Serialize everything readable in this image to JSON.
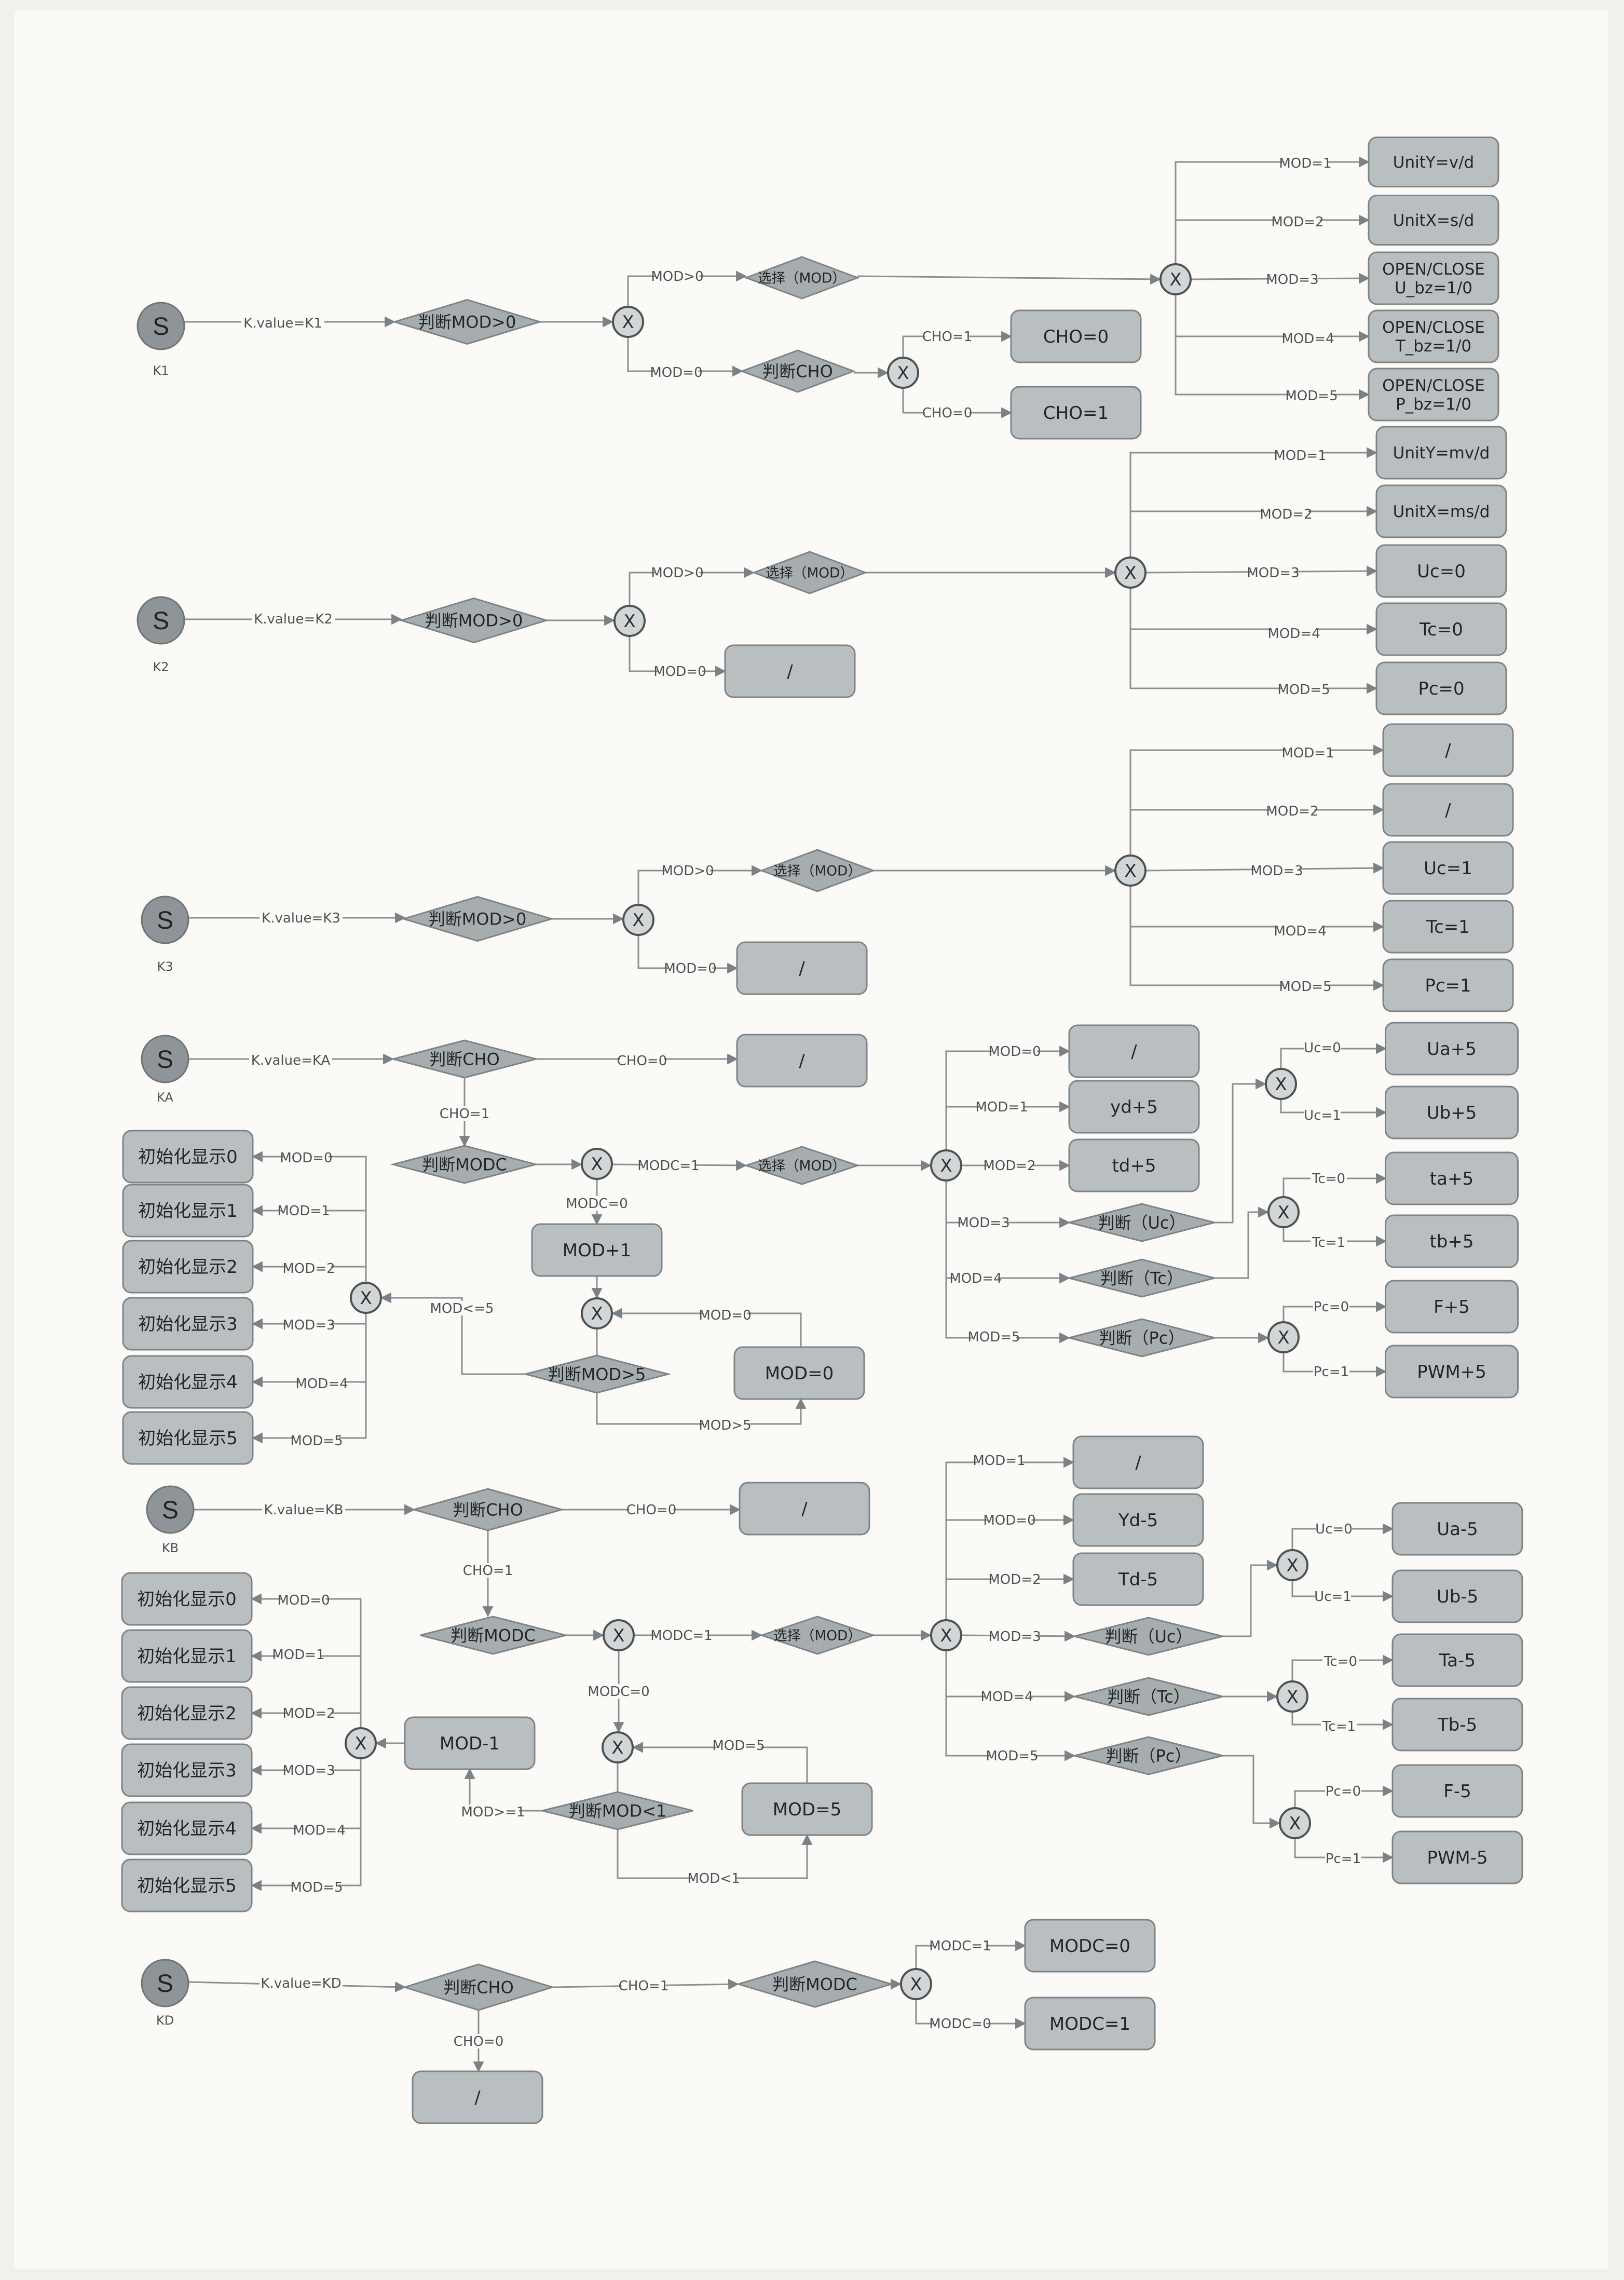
{
  "diagram": {
    "starts": [
      {
        "id": "K1",
        "glyph": "S",
        "caption": "K1"
      },
      {
        "id": "K2",
        "glyph": "S",
        "caption": "K2"
      },
      {
        "id": "K3",
        "glyph": "S",
        "caption": "K3"
      },
      {
        "id": "KA",
        "glyph": "S",
        "caption": "KA"
      },
      {
        "id": "KB",
        "glyph": "S",
        "caption": "KB"
      },
      {
        "id": "KD",
        "glyph": "S",
        "caption": "KD"
      }
    ],
    "gateway_glyph": "X",
    "diamonds": [
      {
        "id": "d1",
        "text": "判断MOD>0"
      },
      {
        "id": "d1a",
        "text": "选择（MOD）"
      },
      {
        "id": "d1b",
        "text": "判断CHO"
      },
      {
        "id": "d2",
        "text": "判断MOD>0"
      },
      {
        "id": "d2a",
        "text": "选择（MOD）"
      },
      {
        "id": "d3",
        "text": "判断MOD>0"
      },
      {
        "id": "d3a",
        "text": "选择（MOD）"
      },
      {
        "id": "dA1",
        "text": "判断CHO"
      },
      {
        "id": "dA2",
        "text": "判断MODC"
      },
      {
        "id": "dA3",
        "text": "选择（MOD）"
      },
      {
        "id": "dA4",
        "text": "判断MOD>5"
      },
      {
        "id": "dAu",
        "text": "判断（Uc）"
      },
      {
        "id": "dAt",
        "text": "判断（Tc）"
      },
      {
        "id": "dAp",
        "text": "判断（Pc）"
      },
      {
        "id": "dB1",
        "text": "判断CHO"
      },
      {
        "id": "dB2",
        "text": "判断MODC"
      },
      {
        "id": "dB3",
        "text": "选择（MOD）"
      },
      {
        "id": "dB4",
        "text": "判断MOD<1"
      },
      {
        "id": "dBu",
        "text": "判断（Uc）"
      },
      {
        "id": "dBt",
        "text": "判断（Tc）"
      },
      {
        "id": "dBp",
        "text": "判断（Pc）"
      },
      {
        "id": "dD1",
        "text": "判断CHO"
      },
      {
        "id": "dD2",
        "text": "判断MODC"
      }
    ],
    "boxes": [
      {
        "id": "b1",
        "lines": [
          "UnitY=v/d"
        ]
      },
      {
        "id": "b2",
        "lines": [
          "UnitX=s/d"
        ]
      },
      {
        "id": "b3",
        "lines": [
          "OPEN/CLOSE",
          "U_bz=1/0"
        ]
      },
      {
        "id": "b4",
        "lines": [
          "OPEN/CLOSE",
          "T_bz=1/0"
        ]
      },
      {
        "id": "b5",
        "lines": [
          "OPEN/CLOSE",
          "P_bz=1/0"
        ]
      },
      {
        "id": "b6",
        "lines": [
          "CHO=0"
        ]
      },
      {
        "id": "b7",
        "lines": [
          "CHO=1"
        ]
      },
      {
        "id": "c1",
        "lines": [
          "UnitY=mv/d"
        ]
      },
      {
        "id": "c2",
        "lines": [
          "UnitX=ms/d"
        ]
      },
      {
        "id": "c3",
        "lines": [
          "Uc=0"
        ]
      },
      {
        "id": "c4",
        "lines": [
          "Tc=0"
        ]
      },
      {
        "id": "c5",
        "lines": [
          "Pc=0"
        ]
      },
      {
        "id": "c0",
        "lines": [
          "/"
        ]
      },
      {
        "id": "e1",
        "lines": [
          "/"
        ]
      },
      {
        "id": "e2",
        "lines": [
          "/"
        ]
      },
      {
        "id": "e3",
        "lines": [
          "Uc=1"
        ]
      },
      {
        "id": "e4",
        "lines": [
          "Tc=1"
        ]
      },
      {
        "id": "e5",
        "lines": [
          "Pc=1"
        ]
      },
      {
        "id": "e0",
        "lines": [
          "/"
        ]
      },
      {
        "id": "fA",
        "lines": [
          "/"
        ]
      },
      {
        "id": "a0",
        "lines": [
          "/"
        ]
      },
      {
        "id": "a1",
        "lines": [
          "yd+5"
        ]
      },
      {
        "id": "a2",
        "lines": [
          "td+5"
        ]
      },
      {
        "id": "aUa",
        "lines": [
          "Ua+5"
        ]
      },
      {
        "id": "aUb",
        "lines": [
          "Ub+5"
        ]
      },
      {
        "id": "ata",
        "lines": [
          "ta+5"
        ]
      },
      {
        "id": "atb",
        "lines": [
          "tb+5"
        ]
      },
      {
        "id": "aF",
        "lines": [
          "F+5"
        ]
      },
      {
        "id": "aPWM",
        "lines": [
          "PWM+5"
        ]
      },
      {
        "id": "aMp",
        "lines": [
          "MOD+1"
        ]
      },
      {
        "id": "aM0",
        "lines": [
          "MOD=0"
        ]
      },
      {
        "id": "i0",
        "lines": [
          "初始化显示0"
        ]
      },
      {
        "id": "i1",
        "lines": [
          "初始化显示1"
        ]
      },
      {
        "id": "i2",
        "lines": [
          "初始化显示2"
        ]
      },
      {
        "id": "i3",
        "lines": [
          "初始化显示3"
        ]
      },
      {
        "id": "i4",
        "lines": [
          "初始化显示4"
        ]
      },
      {
        "id": "i5",
        "lines": [
          "初始化显示5"
        ]
      },
      {
        "id": "fB",
        "lines": [
          "/"
        ]
      },
      {
        "id": "m1",
        "lines": [
          "/"
        ]
      },
      {
        "id": "m0",
        "lines": [
          "Yd-5"
        ]
      },
      {
        "id": "m2",
        "lines": [
          "Td-5"
        ]
      },
      {
        "id": "mUa",
        "lines": [
          "Ua-5"
        ]
      },
      {
        "id": "mUb",
        "lines": [
          "Ub-5"
        ]
      },
      {
        "id": "mTa",
        "lines": [
          "Ta-5"
        ]
      },
      {
        "id": "mTb",
        "lines": [
          "Tb-5"
        ]
      },
      {
        "id": "mF",
        "lines": [
          "F-5"
        ]
      },
      {
        "id": "mPWM",
        "lines": [
          "PWM-5"
        ]
      },
      {
        "id": "bMm",
        "lines": [
          "MOD-1"
        ]
      },
      {
        "id": "bM5",
        "lines": [
          "MOD=5"
        ]
      },
      {
        "id": "j0",
        "lines": [
          "初始化显示0"
        ]
      },
      {
        "id": "j1",
        "lines": [
          "初始化显示1"
        ]
      },
      {
        "id": "j2",
        "lines": [
          "初始化显示2"
        ]
      },
      {
        "id": "j3",
        "lines": [
          "初始化显示3"
        ]
      },
      {
        "id": "j4",
        "lines": [
          "初始化显示4"
        ]
      },
      {
        "id": "j5",
        "lines": [
          "初始化显示5"
        ]
      },
      {
        "id": "dD3",
        "lines": [
          "MODC=0"
        ]
      },
      {
        "id": "dD4",
        "lines": [
          "MODC=1"
        ]
      },
      {
        "id": "dD5",
        "lines": [
          "/"
        ]
      }
    ],
    "edge_labels": {
      "k1": "K.value=K1",
      "k2": "K.value=K2",
      "k3": "K.value=K3",
      "ka": "K.value=KA",
      "kb": "K.value=KB",
      "kd": "K.value=KD",
      "modgt0": "MOD>0",
      "modeq0": "MOD=0",
      "cho1": "CHO=1",
      "cho0": "CHO=0",
      "mod0": "MOD=0",
      "mod1": "MOD=1",
      "mod2": "MOD=2",
      "mod3": "MOD=3",
      "mod4": "MOD=4",
      "mod5": "MOD=5",
      "modc1": "MODC=1",
      "modc0": "MODC=0",
      "modle5": "MOD<=5",
      "modgt5": "MOD>5",
      "modge1": "MOD>=1",
      "modlt1": "MOD<1",
      "uc0": "Uc=0",
      "uc1": "Uc=1",
      "tc0": "Tc=0",
      "tc1": "Tc=1",
      "pc0": "Pc=0",
      "pc1": "Pc=1"
    }
  }
}
